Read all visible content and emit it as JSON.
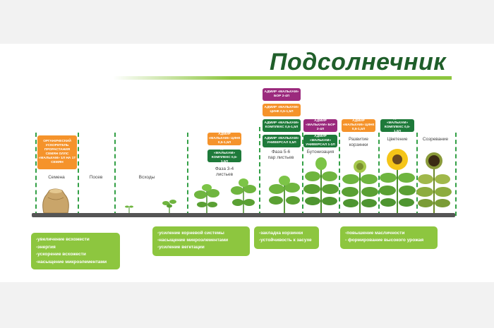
{
  "title": "Подсолнечник",
  "colors": {
    "dark_green": "#1e7a3a",
    "orange": "#f5932b",
    "purple": "#9b2a7d",
    "light_green": "#8dc63f"
  },
  "stages": {
    "seeds": "Семена",
    "sowing": "Посев",
    "shoots": "Всходы",
    "phase34": "Фаза 3-4 листьев",
    "phase56": "Фаза 5-6 пар листьев",
    "budding": "Бутонизация",
    "basket": "Развитие корзинки",
    "flowering": "Цветение",
    "ripening": "Созревание"
  },
  "tags": {
    "seed_orange": "ОРГАНИЧЕСКИЙ УСКОРИТЕЛЬ ПРОРАСТАНИЯ СЕМЯН ОЛЛС «МАЛЬХАМ» 1Л НА 1Т СЕМЯН",
    "p34_orange": "АДМИР «МАЛЬХАМ» ЦИНК 0,5-1,5Л",
    "p34_green": "АДМИР «МАЛЬХАМ» КОМПЛЕКС 0,5-1,5Л",
    "p56_purple": "АДМИР «МАЛЬХАМ» БОР 2-4Л",
    "p56_orange": "АДМИР «МАЛЬХАМ» ЦИНК 0,5-1,5Л",
    "p56_green1": "АДМИР «МАЛЬХАМ» КОМПЛЕКС 0,5-1,5Л",
    "p56_green2": "АДМИР «МАЛЬХАМ» УНИВЕРСАЛ 0,5Л",
    "bud_purple": "АДМИР «МАЛЬХАМ» БОР 2-4Л",
    "bud_green": "АДМИР «МАЛЬХАМ» УНИВЕРСАЛ 1-2Л",
    "basket_orange": "АДМИР «МАЛЬХАМ» ЦИНК 0,5-1,5Л",
    "flower_green": "АДМИР «МАЛЬХАМ» КОМПЛЕКС 0,5-1,5Л"
  },
  "boxes": {
    "box1": [
      "-увеличение всхожести",
      "-энергия",
      "-ускорение всхожести",
      "-насыщение микроэлементами"
    ],
    "box2": [
      "-усиление корневой системы",
      "-насыщение микроэлементами",
      "-усиление вегетации"
    ],
    "box3": [
      "-закладка корзинки",
      "-устойчивость к засухе"
    ],
    "box4": [
      "-повышение масличности",
      "- формирование высокого урожая"
    ]
  }
}
